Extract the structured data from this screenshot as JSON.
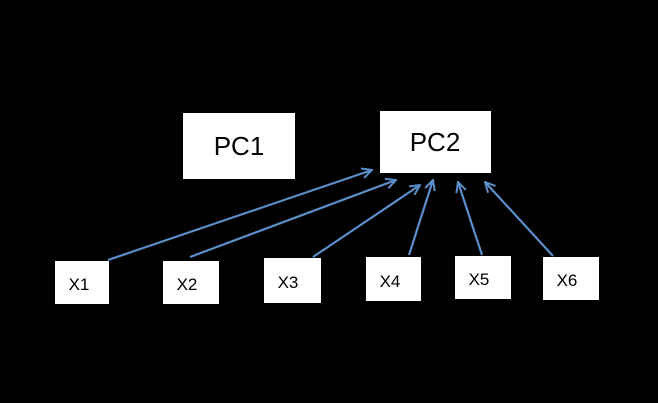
{
  "colors": {
    "background": "#000000",
    "node_fill": "#ffffff",
    "node_text": "#000000",
    "arrow": "#5b8fc9"
  },
  "nodes": [
    {
      "id": "pc1",
      "label": "PC1"
    },
    {
      "id": "pc2",
      "label": "PC2"
    },
    {
      "id": "x1",
      "label": "X1"
    },
    {
      "id": "x2",
      "label": "X2"
    },
    {
      "id": "x3",
      "label": "X3"
    },
    {
      "id": "x4",
      "label": "X4"
    },
    {
      "id": "x5",
      "label": "X5"
    },
    {
      "id": "x6",
      "label": "X6"
    }
  ],
  "edges": [
    {
      "from": "x1",
      "to": "pc2"
    },
    {
      "from": "x2",
      "to": "pc2"
    },
    {
      "from": "x3",
      "to": "pc2"
    },
    {
      "from": "x4",
      "to": "pc2"
    },
    {
      "from": "x5",
      "to": "pc2"
    },
    {
      "from": "x6",
      "to": "pc2"
    }
  ]
}
